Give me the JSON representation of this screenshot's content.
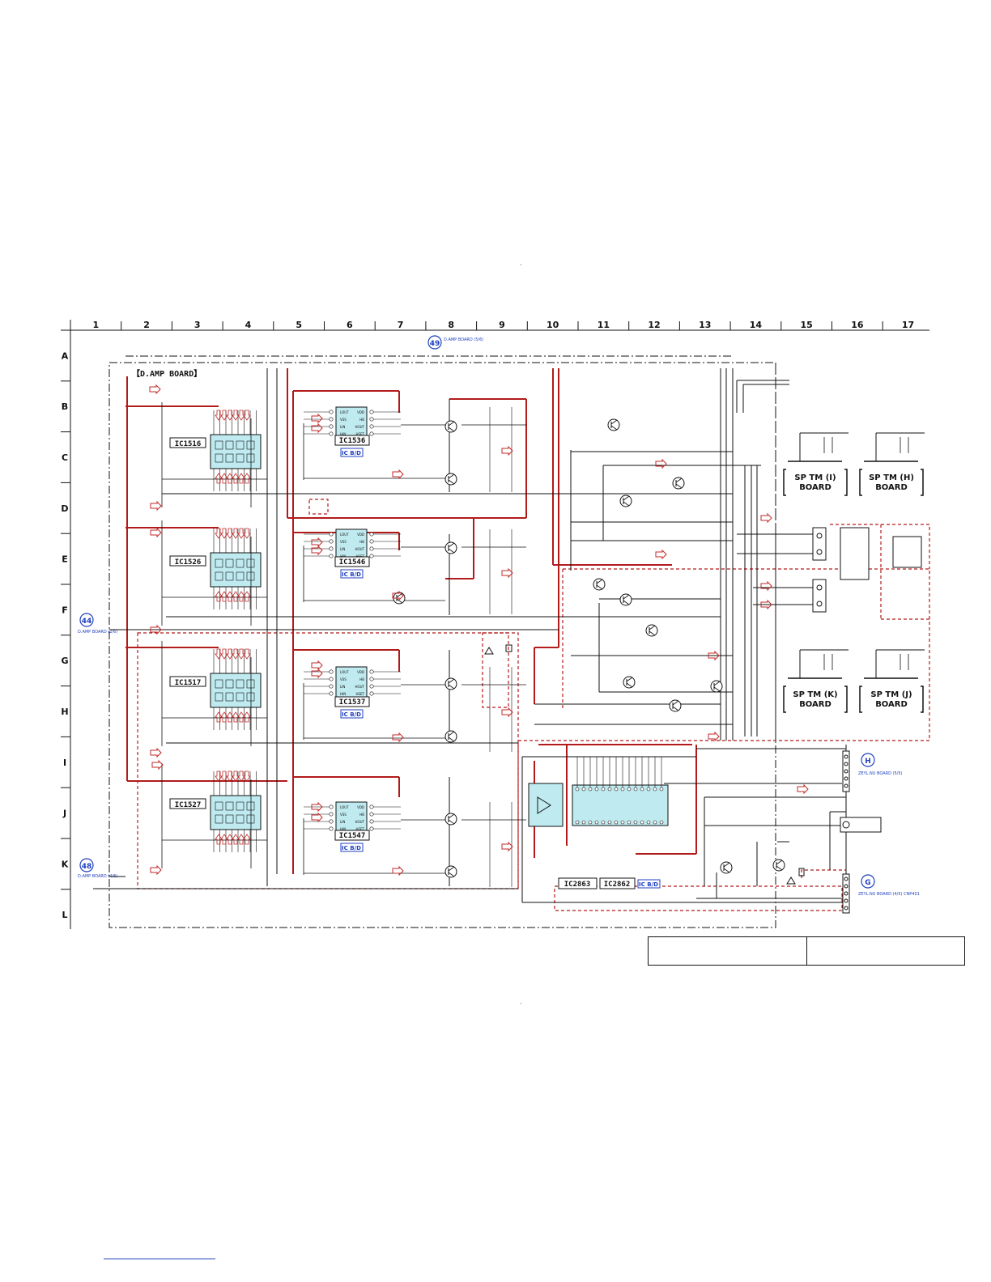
{
  "grid": {
    "columns": [
      "1",
      "2",
      "3",
      "4",
      "5",
      "6",
      "7",
      "8",
      "9",
      "10",
      "11",
      "12",
      "13",
      "14",
      "15",
      "16",
      "17"
    ],
    "rows": [
      "A",
      "B",
      "C",
      "D",
      "E",
      "F",
      "G",
      "H",
      "I",
      "J",
      "K",
      "L"
    ]
  },
  "board_title": "【D.AMP BOARD】",
  "connectors": {
    "c49": {
      "num": "49",
      "text": "D.AMP BOARD (5/6)"
    },
    "c44": {
      "num": "44",
      "text": "D.AMP BOARD (2/6)"
    },
    "c48": {
      "num": "48",
      "text": "D.AMP BOARD (4/6)"
    },
    "cH": {
      "num": "H",
      "text": "ZEYL.NU BOARD (5/5)"
    },
    "cG": {
      "num": "G",
      "text": "ZEYL.NU BOARD (4/5) CNP401"
    }
  },
  "ic_drivers": [
    "IC1516",
    "IC1526",
    "IC1517",
    "IC1527"
  ],
  "ic_amps": [
    "IC1536",
    "IC1546",
    "IC1537",
    "IC1547"
  ],
  "ic_tag": "IC B/D",
  "ic_bottom": [
    "IC2863",
    "IC2862"
  ],
  "amp_pins": {
    "left": [
      "LOUT",
      "VSS",
      "LIN",
      "HIN"
    ],
    "right": [
      "VDD",
      "HB",
      "HOUT",
      "HSET"
    ]
  },
  "boards": [
    {
      "l1": "SP TM (I)",
      "l2": "BOARD"
    },
    {
      "l1": "SP TM (H)",
      "l2": "BOARD"
    },
    {
      "l1": "SP TM (K)",
      "l2": "BOARD"
    },
    {
      "l1": "SP TM (J)",
      "l2": "BOARD"
    }
  ],
  "colors": {
    "wire": "#111111",
    "power": "#b31b1b",
    "ic_fill": "#bfeaf0",
    "badge": "#1f3fbf",
    "arrow": "#c02a2a"
  }
}
